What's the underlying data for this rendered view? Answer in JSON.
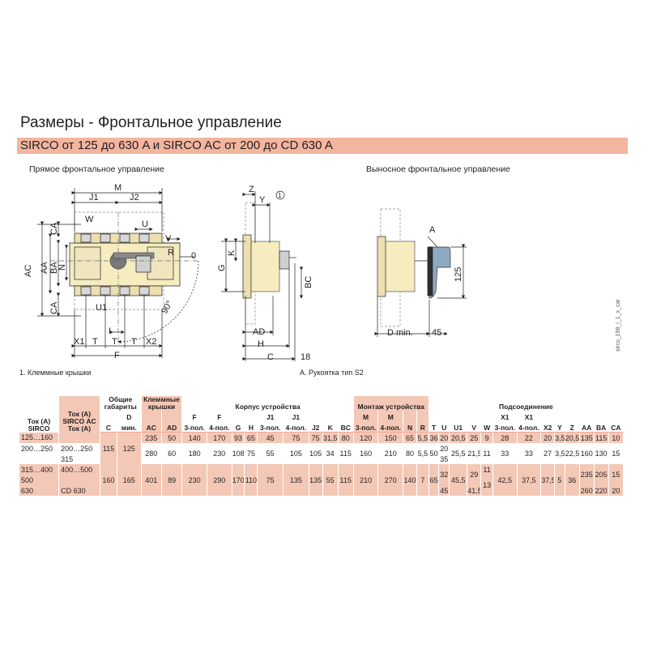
{
  "title": "Размеры - Фронтальное управление",
  "subtitle": "SIRCO от 125 до 630 A и SIRCO AC от 200 до CD 630 A",
  "captions": {
    "direct": "Прямое фронтальное управление",
    "remote": "Выносное фронтальное управление"
  },
  "footnotes": {
    "terminal_covers": "1. Клеммные крышки",
    "handle": "A. Рукоятка тип S2"
  },
  "side_code": "sirco_198_i_1_x_cat",
  "drawing_labels": {
    "M": "M",
    "J1": "J1",
    "J2": "J2",
    "W": "W",
    "U": "U",
    "V": "V",
    "R": "R",
    "zero": "0",
    "CA": "CA",
    "AC": "AC",
    "AA": "AA",
    "BA": "BA",
    "N": "N",
    "U1": "U1",
    "deg": "90°",
    "X1": "X1",
    "T": "T",
    "X2": "X2",
    "F": "F",
    "I": "I",
    "Z": "Z",
    "Y": "Y",
    "one": "1",
    "G": "G",
    "K": "K",
    "BC": "BC",
    "AD": "AD",
    "H": "H",
    "C": "C",
    "n18": "18",
    "A": "A",
    "n125": "125",
    "Dmin": "D min.",
    "n45": "45"
  },
  "table": {
    "groups": {
      "current_sirco": "Ток (A) SIRCO",
      "current_ac": "Ток (A) SIRCO AC Ток (A)",
      "overall": "Общие габариты",
      "terminal": "Клеммные крышки",
      "body": "Корпус устройства",
      "mount": "Монтаж устройства",
      "conn": "Подсоединение"
    },
    "sub": {
      "F": "F",
      "F4": "F",
      "J1": "J1",
      "J1b": "J1",
      "M": "M",
      "Mb": "M",
      "X1": "X1",
      "X1b": "X1",
      "D": "D"
    },
    "cols": {
      "C": "C",
      "D": "мин.",
      "AC": "AC",
      "AD": "AD",
      "F3": "3-пол.",
      "F4": "4-пол.",
      "G": "G",
      "H": "H",
      "J13": "3-пол.",
      "J14": "4-пол.",
      "J2": "J2",
      "K": "K",
      "BC": "BC",
      "M3": "3-пол.",
      "M4": "4-пол.",
      "N": "N",
      "R": "R",
      "T": "T",
      "U": "U",
      "U1": "U1",
      "V": "V",
      "W": "W",
      "X13": "3-пол.",
      "X14": "4-пол.",
      "X2": "X2",
      "Y": "Y",
      "Z": "Z",
      "AA": "AA",
      "BA": "BA",
      "CA": "CA"
    },
    "rows": {
      "r1": [
        "125…160",
        "",
        "235",
        "50",
        "140",
        "170",
        "93",
        "65",
        "45",
        "75",
        "75",
        "31,5",
        "80",
        "120",
        "150",
        "65",
        "5,5",
        "36",
        "20",
        "20,5",
        "25",
        "9",
        "28",
        "22",
        "20",
        "3,5",
        "20,5",
        "135",
        "115",
        "10"
      ],
      "r2": [
        "200…250",
        "200…250",
        "115",
        "125",
        "280",
        "60",
        "180",
        "230",
        "108",
        "75",
        "55",
        "105",
        "105",
        "34",
        "115",
        "160",
        "210",
        "80",
        "5,5",
        "50",
        "20",
        "25,5",
        "21,5",
        "11",
        "33",
        "33",
        "27",
        "3,5",
        "22,5",
        "160",
        "130",
        "15"
      ],
      "r2b": [
        "315",
        "35"
      ],
      "r3": [
        "315…400",
        "400…500",
        "32",
        "11",
        "235",
        "205",
        "15"
      ],
      "r4": [
        "500",
        "",
        "160",
        "165",
        "401",
        "89",
        "230",
        "290",
        "170",
        "110",
        "75",
        "135",
        "135",
        "55",
        "115",
        "210",
        "270",
        "140",
        "7",
        "65",
        "45,5",
        "29",
        "42,5",
        "37,5",
        "37,5",
        "5",
        "36"
      ],
      "r4b": [
        "13"
      ],
      "r5": [
        "630",
        "CD 630",
        "45",
        "41,5",
        "260",
        "220",
        "20"
      ]
    }
  }
}
